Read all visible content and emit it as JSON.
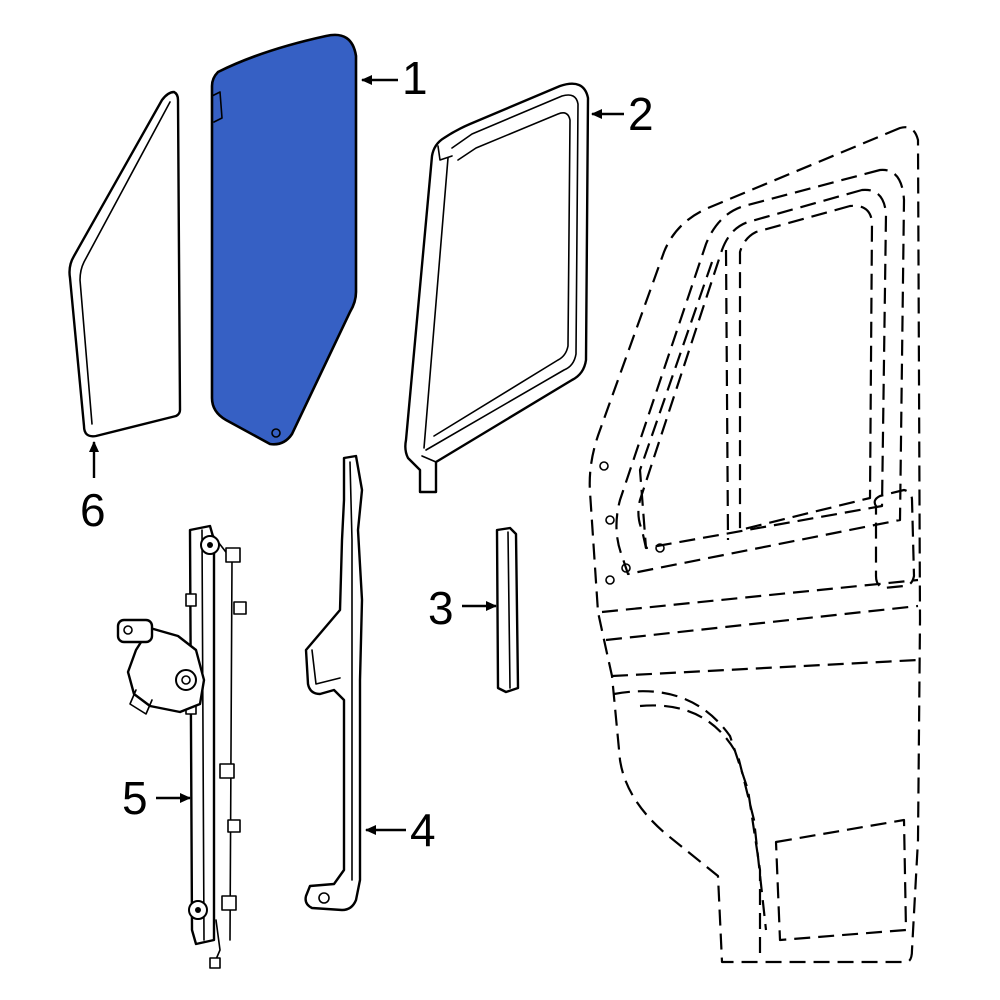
{
  "colors": {
    "highlight": "#3660C4",
    "line": "#000000",
    "background": "#FFFFFF"
  },
  "callouts": [
    {
      "id": 1,
      "label": "1"
    },
    {
      "id": 2,
      "label": "2"
    },
    {
      "id": 3,
      "label": "3"
    },
    {
      "id": 4,
      "label": "4"
    },
    {
      "id": 5,
      "label": "5"
    },
    {
      "id": 6,
      "label": "6"
    }
  ],
  "highlighted_part": "1"
}
